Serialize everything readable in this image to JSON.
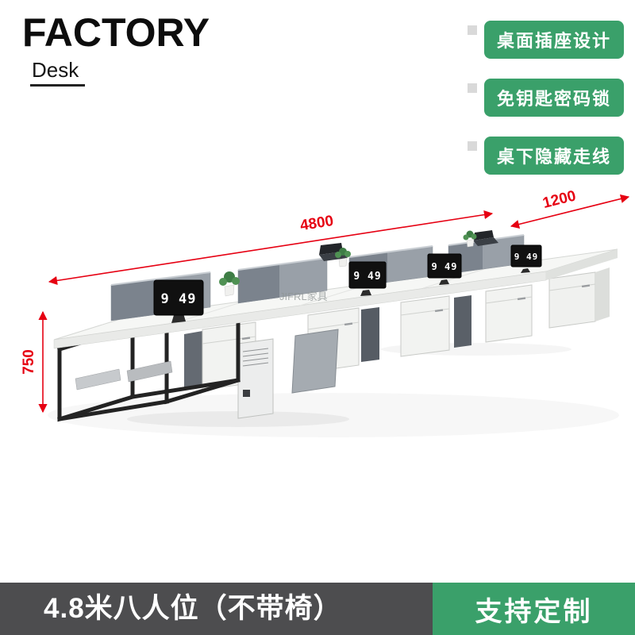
{
  "brand": {
    "title": "FACTORY",
    "subtitle": "Desk"
  },
  "features": {
    "items": [
      "桌面插座设计",
      "免钥匙密码锁",
      "桌下隐藏走线"
    ]
  },
  "dimensions": {
    "length": "4800",
    "depth": "1200",
    "height": "750"
  },
  "product": {
    "watermark": "JIFRL家具",
    "clock_time": "9 49"
  },
  "footer": {
    "title": "4.8米八人位（不带椅）",
    "cta": "支持定制"
  },
  "colors": {
    "accent_green": "#3aa06a",
    "dimension_red": "#e60012",
    "footer_bg": "#4d4d4f"
  }
}
